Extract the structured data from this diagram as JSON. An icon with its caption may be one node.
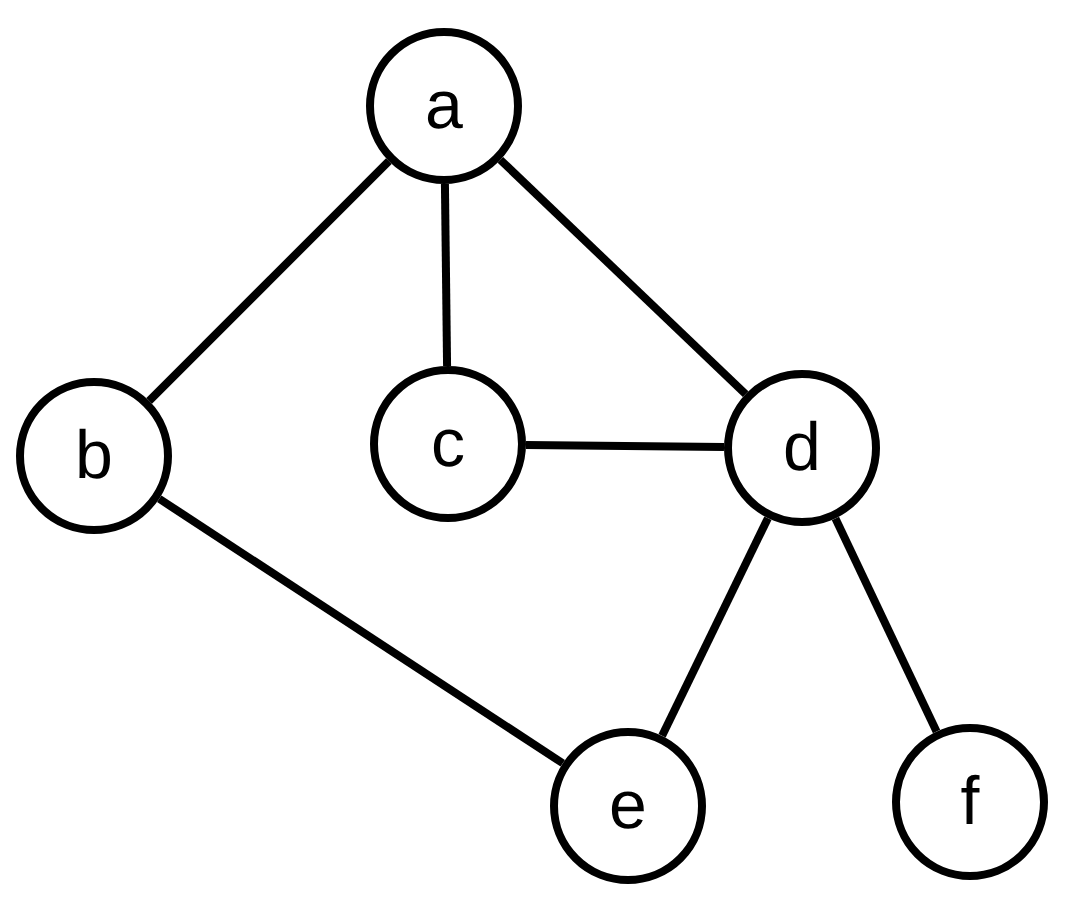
{
  "diagram": {
    "nodes": [
      {
        "text": [
          "a"
        ]
      },
      {
        "text": [
          "b"
        ]
      },
      {
        "text": [
          "c"
        ]
      },
      {
        "text": [
          "d"
        ]
      },
      {
        "text": [
          "e"
        ]
      },
      {
        "text": [
          "f"
        ]
      }
    ],
    "edges": [
      {
        "from": 0,
        "to": 1,
        "arrow": "none"
      },
      {
        "from": 0,
        "to": 2,
        "arrow": "none"
      },
      {
        "from": 0,
        "to": 3,
        "arrow": "none"
      },
      {
        "from": 2,
        "to": 3,
        "arrow": "none"
      },
      {
        "from": 1,
        "to": 4,
        "arrow": "none"
      },
      {
        "from": 3,
        "to": 4,
        "arrow": "none"
      },
      {
        "from": 3,
        "to": 5,
        "arrow": "none"
      }
    ]
  }
}
